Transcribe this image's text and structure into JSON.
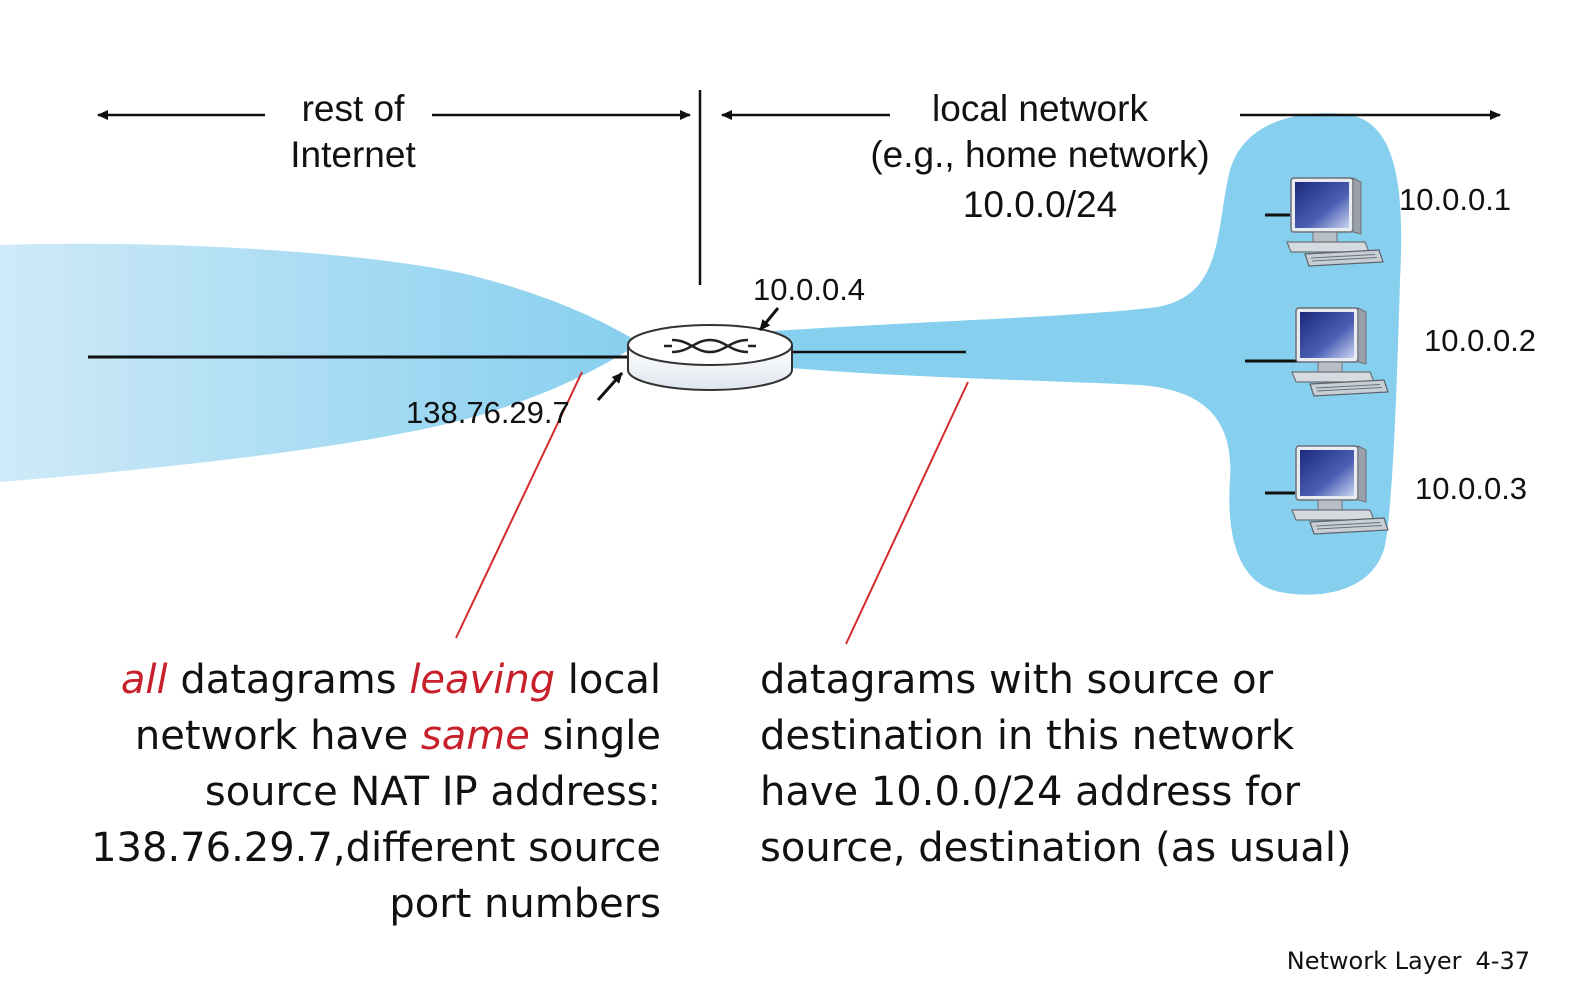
{
  "header": {
    "left_label": [
      "rest of",
      "Internet"
    ],
    "right_label": [
      "local network",
      "(e.g., home network)",
      "10.0.0/24"
    ]
  },
  "router": {
    "local_ip": "10.0.0.4",
    "public_ip": "138.76.29.7"
  },
  "hosts": [
    {
      "ip": "10.0.0.1"
    },
    {
      "ip": "10.0.0.2"
    },
    {
      "ip": "10.0.0.3"
    }
  ],
  "captions": {
    "left": {
      "line1": {
        "em1": "all",
        "t1": " datagrams ",
        "em2": "leaving",
        "t2": " local"
      },
      "line2": {
        "t1": "network have ",
        "em1": "same",
        "t2": " single"
      },
      "line3": "source NAT IP address:",
      "line4": "138.76.29.7,different source",
      "line5": "port numbers"
    },
    "right": [
      "datagrams with source or",
      "destination in this network",
      "have 10.0.0/24 address for",
      "source, destination (as usual)"
    ]
  },
  "footer": {
    "title": "Network Layer",
    "slide": "4-37"
  },
  "colors": {
    "network_blue": "#87cfee",
    "callout_red": "#d42b2b",
    "emphasis_red": "#c8202a"
  }
}
